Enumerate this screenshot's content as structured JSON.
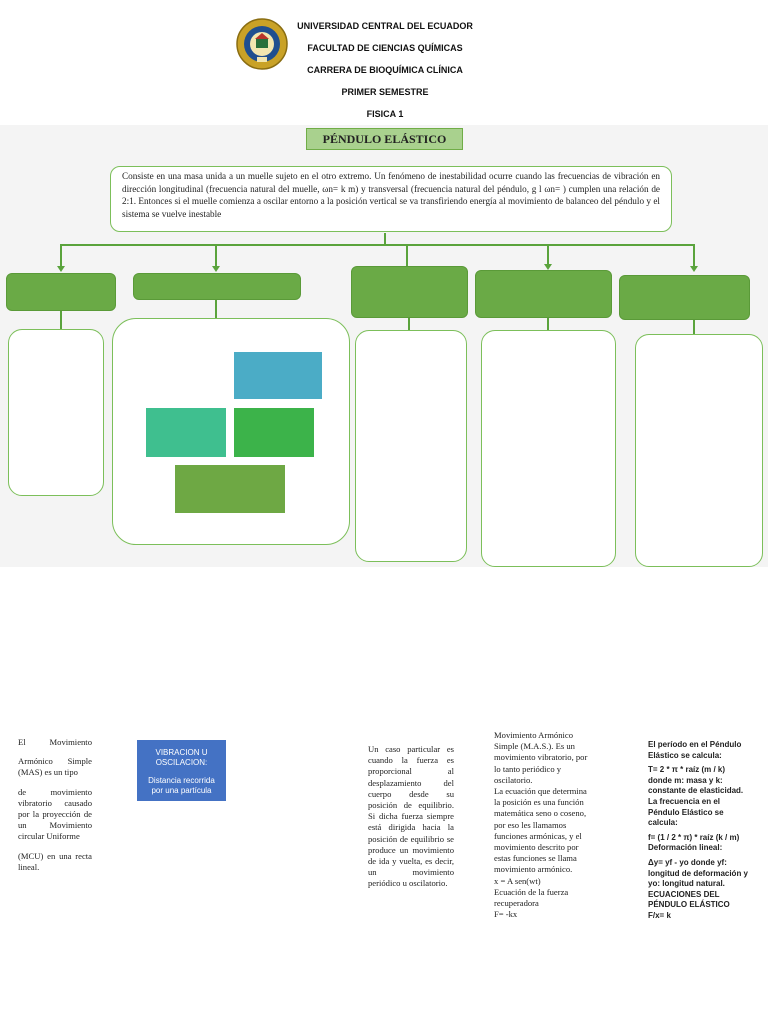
{
  "header": {
    "line1": "UNIVERSIDAD CENTRAL DEL ECUADOR",
    "line2": "FACULTAD DE CIENCIAS QUÍMICAS",
    "line3": "CARRERA DE BIOQUÍMICA CLÍNICA",
    "line4": "PRIMER SEMESTRE",
    "line5": "FISICA 1"
  },
  "title": "PÉNDULO ELÁSTICO",
  "definition": "Consiste en una masa unida a un muelle sujeto en el otro extremo. Un fenómeno de inestabilidad ocurre cuando las frecuencias de vibración en dirección longitudinal (frecuencia natural del muelle, ωn= k m) y transversal (frecuencia natural del péndulo, g l ωn= ) cumplen una relación de 2:1. Entonces si el muelle comienza a oscilar entorno a la posición vertical se va transfiriendo energía al movimiento de balanceo del péndulo y el sistema se vuelve inestable",
  "colors": {
    "green_box": "#6aaa46",
    "outline": "#7cbf5a",
    "tile_cyan": "#4bacc6",
    "tile_teal": "#3fbf8f",
    "tile_green": "#3cb34a",
    "tile_olive": "#6ea844",
    "blue_box": "#4472c4"
  },
  "columns": {
    "c1": {
      "p1": "El Movimiento",
      "p2": "Armónico Simple (MAS) es un tipo",
      "p3": "de movimiento vibratorio causado por la proyección de un Movimiento circular Uniforme",
      "p4": "(MCU) en una recta lineal."
    },
    "c2": {
      "box_l1": "VIBRACION U",
      "box_l2": "OSCILACION:",
      "box_l3": "Distancia recorrida",
      "box_l4": "por una partícula"
    },
    "c3": {
      "text": "Un caso particular es cuando la fuerza es proporcional al desplazamiento del cuerpo desde su posición de equilibrio. Si dicha fuerza siempre está dirigida hacia la posición de equilibrio se produce un movimiento de ida y vuelta, es decir, un movimiento periódico u oscilatorio."
    },
    "c4": {
      "p1": "Movimiento Armónico Simple (M.A.S.). Es un movimiento vibratorio, por lo tanto periódico y oscilatorio.",
      "p2": "La ecuación que determina la posición es una función matemática seno o coseno, por eso les llamamos funciones armónicas, y el movimiento descrito por estas funciones se llama movimiento armónico.",
      "p3": "x = A sen(wt)",
      "p4": "Ecuación de la fuerza recuperadora",
      "p5": "F= -kx"
    },
    "c5": {
      "l1": "El período en el Péndulo Elástico se calcula:",
      "l2": "T= 2 * π * raíz (m / k)",
      "l3": "donde m: masa y k: constante de elasticidad.",
      "l4": "La frecuencia en el Péndulo Elástico se calcula:",
      "l5": "f= (1 / 2 * π) * raíz (k / m)",
      "l6": "Deformación lineal:",
      "l7": "Δy= yf - yo donde yf: longitud de deformación y yo: longitud natural.",
      "l8": "ECUACIONES DEL PÉNDULO ELÁSTICO",
      "l9": "F/x= k"
    }
  }
}
